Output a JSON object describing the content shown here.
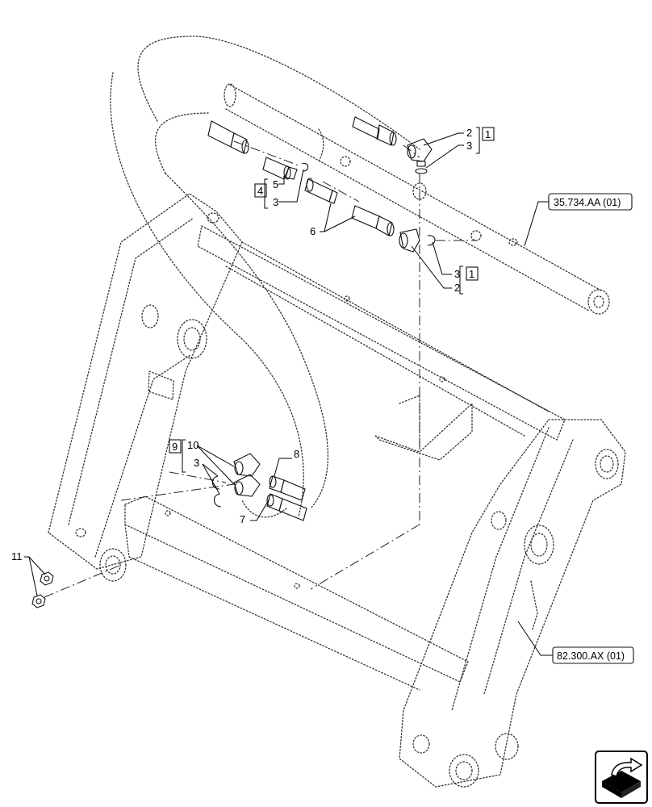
{
  "callouts": {
    "c1": "2",
    "c2": "3",
    "c3": "1",
    "c4": "4",
    "c5": "5",
    "c6": "3",
    "c7": "6",
    "c8": "3",
    "c9": "2",
    "c10": "1",
    "c11": "9",
    "c12": "10",
    "c13": "3",
    "c14": "8",
    "c15": "7",
    "c16": "11"
  },
  "references": {
    "ref_top": "35.734.AA (01)",
    "ref_bottom": "82.300.AX (01)"
  },
  "icons": {
    "corner": "next-page-arrow-icon"
  }
}
